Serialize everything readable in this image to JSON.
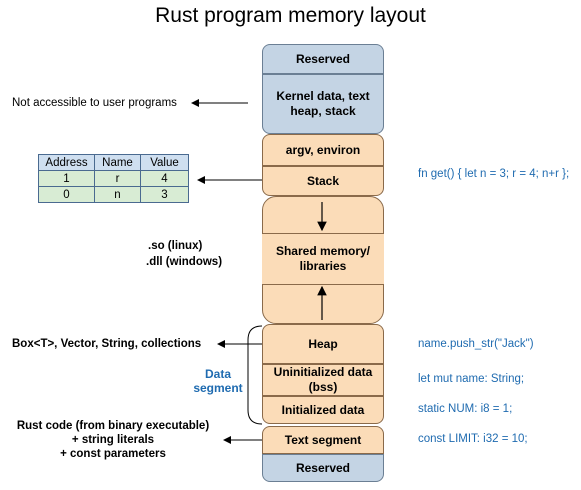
{
  "title": "Rust program memory layout",
  "blocks": {
    "reserved_top": "Reserved",
    "kernel": "Kernel data, text heap, stack",
    "argv": "argv, environ",
    "stack": "Stack",
    "shared": "Shared memory/ libraries",
    "heap": "Heap",
    "bss": "Uninitialized data (bss)",
    "init": "Initialized data",
    "text": "Text segment",
    "reserved_bottom": "Reserved"
  },
  "left_labels": {
    "kernel_note": "Not accessible to user programs",
    "so": ".so (linux)",
    "dll": ".dll (windows)",
    "heap_note": "Box<T>, Vector, String, collections",
    "data_segment_1": "Data",
    "data_segment_2": "segment",
    "text_note_1": "Rust code (from binary executable)",
    "text_note_2": "+ string literals",
    "text_note_3": "+ const parameters"
  },
  "code": {
    "stack": "fn get() { let n = 3; r = 4; n+r };",
    "heap": "name.push_str(\"Jack\")",
    "bss": "let mut name: String;",
    "init": "static NUM: i8 = 1;",
    "text": "const LIMIT: i32 = 10;"
  },
  "table": {
    "headers": [
      "Address",
      "Name",
      "Value"
    ],
    "rows": [
      [
        "1",
        "r",
        "4"
      ],
      [
        "0",
        "n",
        "3"
      ]
    ]
  },
  "colors": {
    "segment_fill": "#fbdcb8",
    "kernel_fill": "#c4d4e4",
    "code_text": "#1f6bb0"
  }
}
